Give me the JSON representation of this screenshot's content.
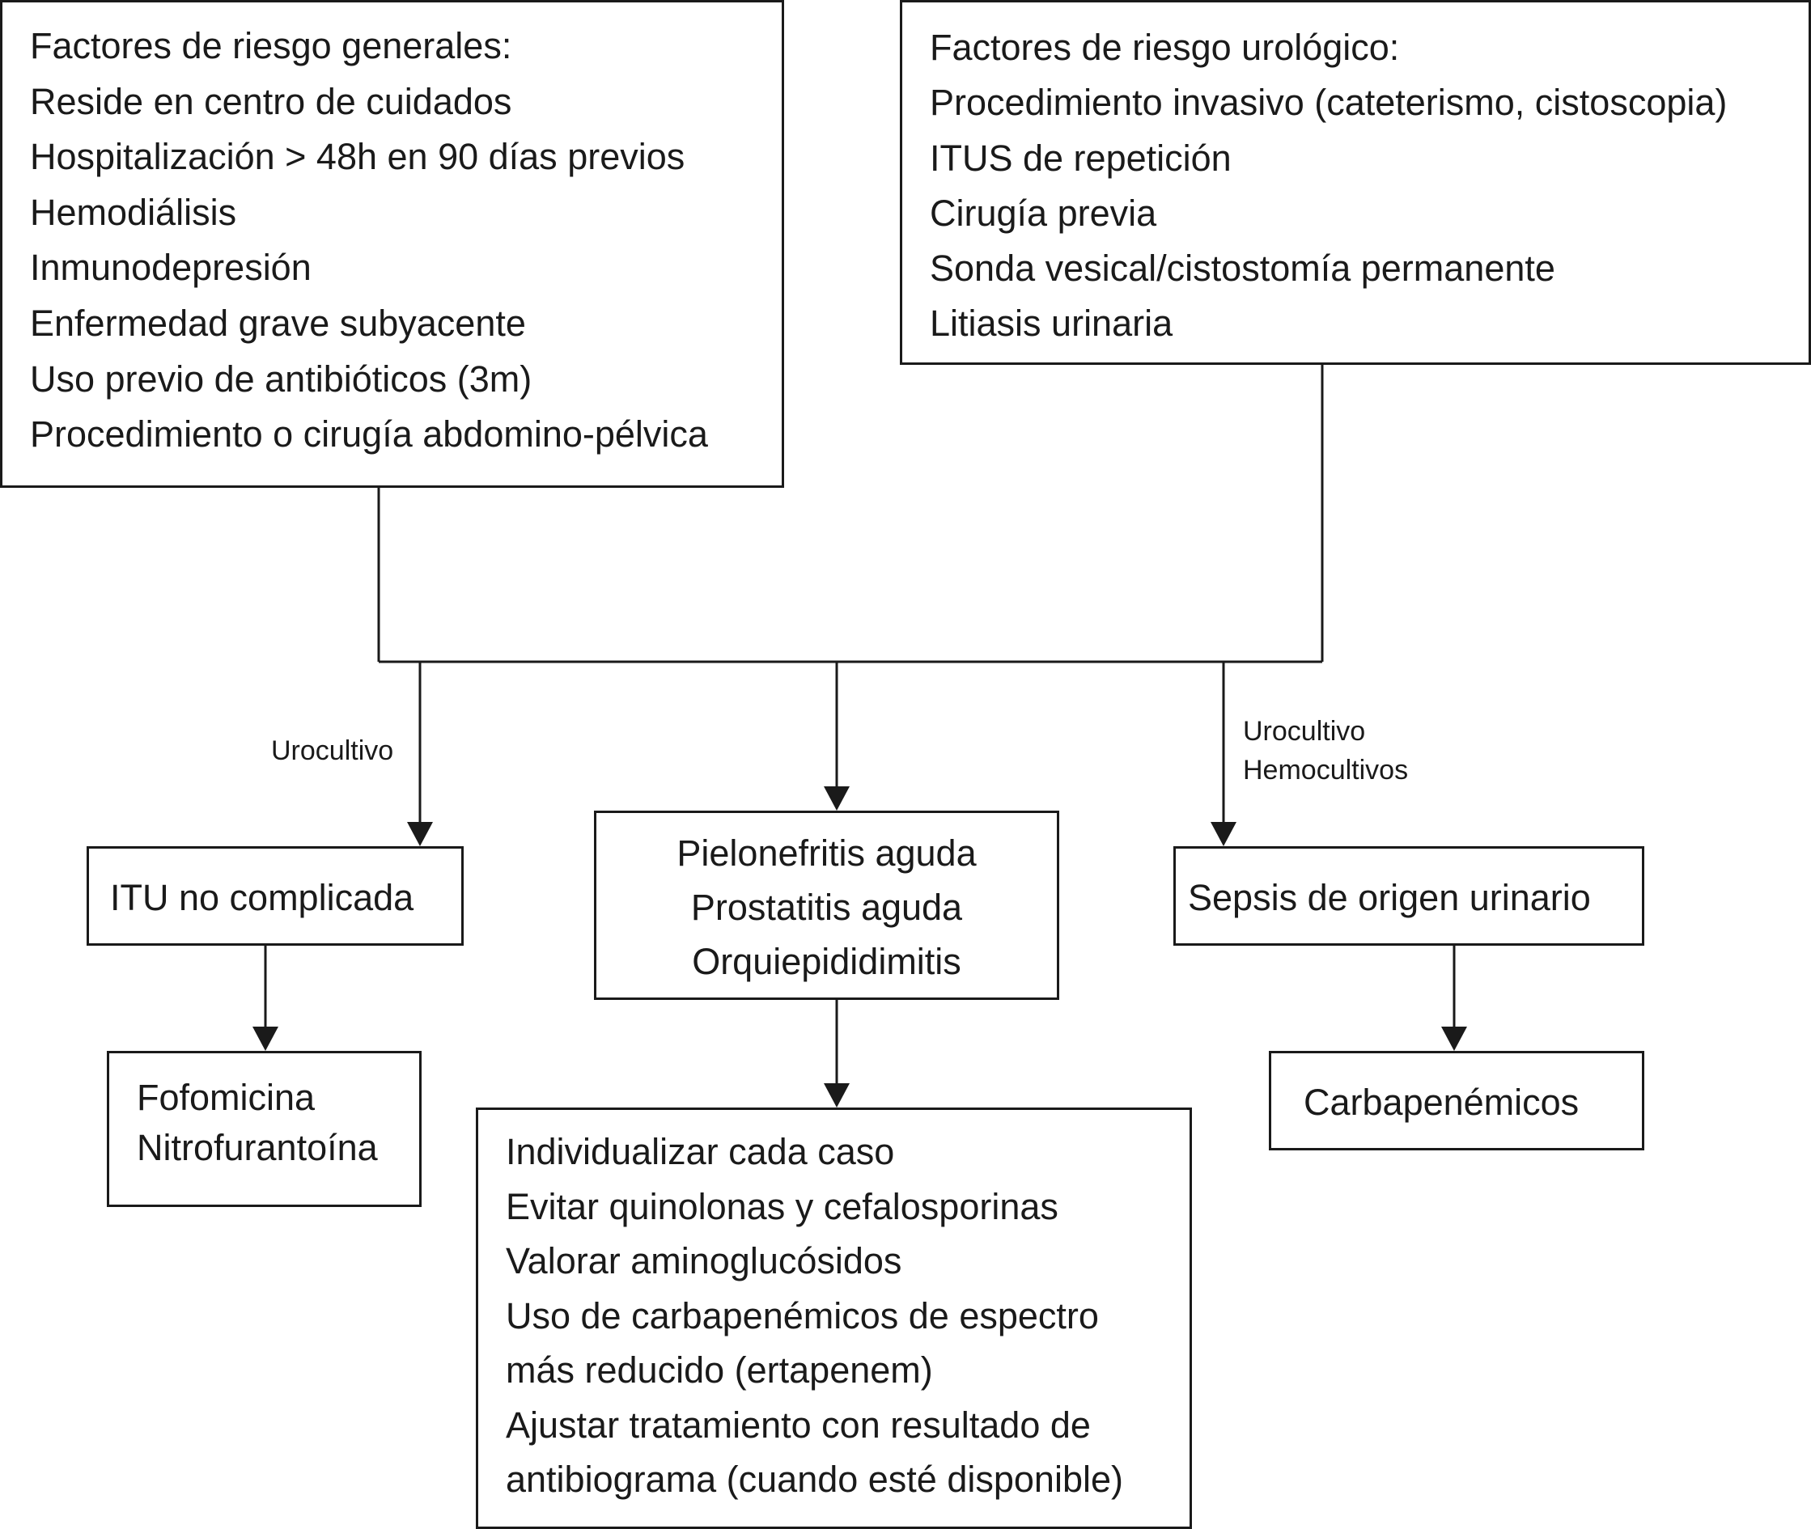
{
  "general_risk_factors": {
    "lines": [
      "Factores de riesgo generales:",
      "Reside en centro de cuidados",
      "Hospitalización > 48h en 90 días previos",
      "Hemodiálisis",
      "Inmunodepresión",
      "Enfermedad grave subyacente",
      "Uso previo de antibióticos (3m)",
      "Procedimiento o cirugía abdomino-pélvica"
    ]
  },
  "urologic_risk_factors": {
    "lines": [
      "Factores de riesgo urológico:",
      "Procedimiento invasivo (cateterismo, cistoscopia)",
      "ITUS de repetición",
      "Cirugía previa",
      "Sonda vesical/cistostomía permanente",
      "Litiasis urinaria"
    ]
  },
  "edge_labels": {
    "left": "Urocultivo",
    "right": [
      "Urocultivo",
      "Hemocultivos"
    ]
  },
  "diagnoses": {
    "uncomplicated": [
      "ITU no complicada"
    ],
    "central": [
      "Pielonefritis aguda",
      "Prostatitis aguda",
      "Orquiepididimitis"
    ],
    "sepsis": [
      "Sepsis de origen urinario"
    ]
  },
  "treatments": {
    "uncomplicated": [
      "Fofomicina",
      "Nitrofurantoína"
    ],
    "central": [
      "Individualizar cada caso",
      "Evitar quinolonas y cefalosporinas",
      "Valorar aminoglucósidos",
      "Uso de carbapenémicos de espectro",
      "más reducido (ertapenem)",
      "Ajustar tratamiento con resultado de",
      "antibiograma (cuando esté disponible)"
    ],
    "sepsis": [
      "Carbapenémicos"
    ]
  }
}
